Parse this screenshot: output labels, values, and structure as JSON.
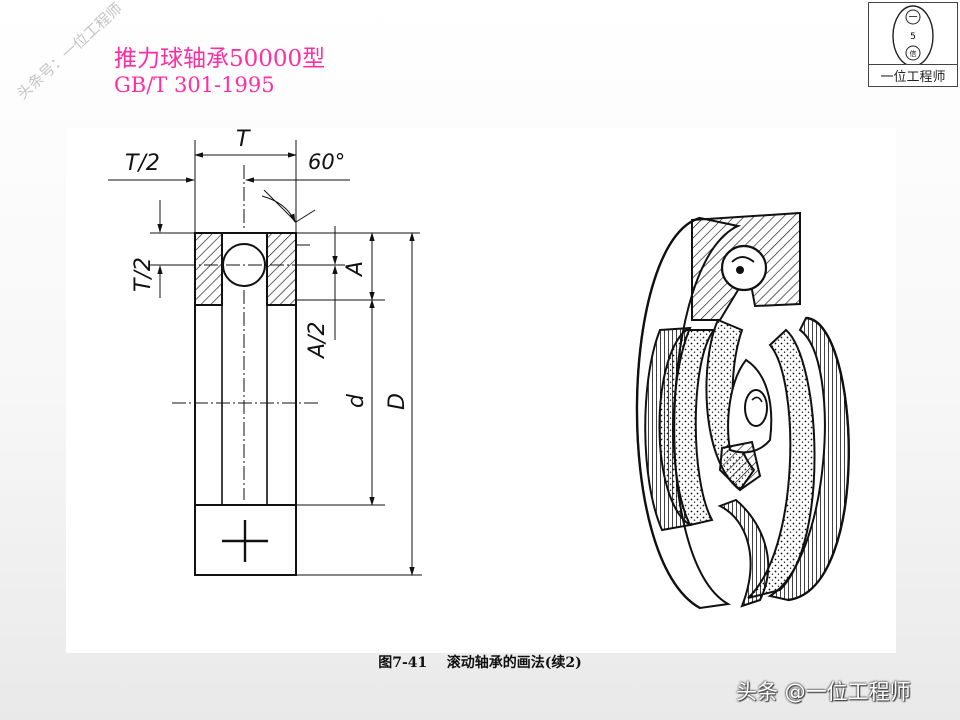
{
  "title": {
    "name": "推力球轴承50000型",
    "standard": "GB/T 301-1995"
  },
  "watermark": {
    "diagonal": "头条号：一位工程师",
    "footer": "头条 @一位工程师"
  },
  "logo": {
    "label": "一位工程师",
    "glyphs": [
      "一",
      "5",
      "信"
    ]
  },
  "drawing": {
    "dim_T2": "T/2",
    "dim_T": "T",
    "angle": "60°",
    "dim_T2_vertical": "T/2",
    "dim_A": "A",
    "dim_A2": "A/2",
    "dim_d": "d",
    "dim_D": "D"
  },
  "caption": "图7-41    滚动轴承的画法(续2)"
}
